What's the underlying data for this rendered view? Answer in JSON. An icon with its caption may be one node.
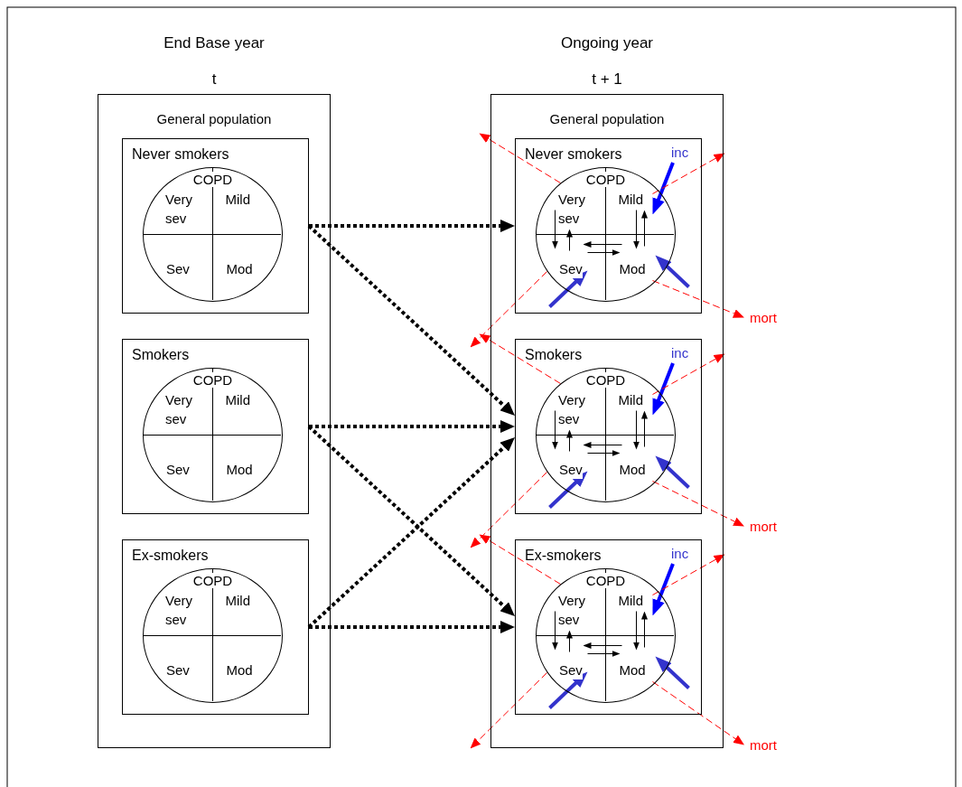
{
  "diagram": {
    "nodes": [
      {
        "text": [
          "End Base year",
          "t",
          "General population"
        ]
      },
      {
        "text": [
          "Never smokers"
        ],
        "in": 0
      },
      {
        "text": [
          "COPD"
        ],
        "in": 1
      },
      {
        "text": [
          "Very sev"
        ],
        "in": 2
      },
      {
        "text": [
          "Mild"
        ],
        "in": 2
      },
      {
        "text": [
          "Sev"
        ],
        "in": 2
      },
      {
        "text": [
          "Mod"
        ],
        "in": 2
      },
      {
        "text": [
          "Smokers"
        ],
        "in": 0
      },
      {
        "text": [
          "COPD"
        ],
        "in": 7
      },
      {
        "text": [
          "Very sev"
        ],
        "in": 8
      },
      {
        "text": [
          "Mild"
        ],
        "in": 8
      },
      {
        "text": [
          "Sev"
        ],
        "in": 8
      },
      {
        "text": [
          "Mod"
        ],
        "in": 8
      },
      {
        "text": [
          "Ex-smokers"
        ],
        "in": 0
      },
      {
        "text": [
          "COPD"
        ],
        "in": 13
      },
      {
        "text": [
          "Very sev"
        ],
        "in": 14
      },
      {
        "text": [
          "Mild"
        ],
        "in": 14
      },
      {
        "text": [
          "Sev"
        ],
        "in": 14
      },
      {
        "text": [
          "Mod"
        ],
        "in": 14
      },
      {
        "text": [
          "Ongoing year",
          "t + 1",
          "General population"
        ]
      },
      {
        "text": [
          "Never smokers"
        ],
        "in": 19
      },
      {
        "text": [
          "COPD"
        ],
        "in": 20
      },
      {
        "text": [
          "Very sev"
        ],
        "in": 21
      },
      {
        "text": [
          "Mild"
        ],
        "in": 21
      },
      {
        "text": [
          "Sev"
        ],
        "in": 21
      },
      {
        "text": [
          "Mod"
        ],
        "in": 21
      },
      {
        "text": [
          "inc"
        ],
        "in": 20
      },
      {
        "text": [
          "mort"
        ]
      },
      {
        "text": [
          "Smokers"
        ],
        "in": 19
      },
      {
        "text": [
          "COPD"
        ],
        "in": 28
      },
      {
        "text": [
          "Very sev"
        ],
        "in": 29
      },
      {
        "text": [
          "Mild"
        ],
        "in": 29
      },
      {
        "text": [
          "Sev"
        ],
        "in": 29
      },
      {
        "text": [
          "Mod"
        ],
        "in": 29
      },
      {
        "text": [
          "inc"
        ],
        "in": 28
      },
      {
        "text": [
          "mort"
        ]
      },
      {
        "text": [
          "Ex-smokers"
        ],
        "in": 19
      },
      {
        "text": [
          "COPD"
        ],
        "in": 36
      },
      {
        "text": [
          "Very sev"
        ],
        "in": 37
      },
      {
        "text": [
          "Mild"
        ],
        "in": 37
      },
      {
        "text": [
          "Sev"
        ],
        "in": 37
      },
      {
        "text": [
          "Mod"
        ],
        "in": 37
      },
      {
        "text": [
          "inc"
        ],
        "in": 36
      },
      {
        "text": [
          "mort"
        ]
      }
    ],
    "edges": [
      {
        "from": 1,
        "to": 20,
        "arrow": "to",
        "style": "dashed"
      },
      {
        "from": 1,
        "to": 28,
        "arrow": "to",
        "style": "dashed"
      },
      {
        "from": 7,
        "to": 28,
        "arrow": "to",
        "style": "dashed"
      },
      {
        "from": 7,
        "to": 36,
        "arrow": "to",
        "style": "dashed"
      },
      {
        "from": 13,
        "to": 28,
        "arrow": "to",
        "style": "dashed"
      },
      {
        "from": 13,
        "to": 36,
        "arrow": "to",
        "style": "dashed"
      },
      {
        "from": 22,
        "to": 24,
        "arrow": "to"
      },
      {
        "from": 24,
        "to": 22,
        "arrow": "to"
      },
      {
        "from": 23,
        "to": 25,
        "arrow": "to"
      },
      {
        "from": 25,
        "to": 23,
        "arrow": "to"
      },
      {
        "from": 25,
        "to": 24,
        "arrow": "to"
      },
      {
        "from": 24,
        "to": 25,
        "arrow": "to"
      },
      {
        "from": 26,
        "to": 23,
        "arrow": "to",
        "style": "thick",
        "color": "#0000ff"
      },
      {
        "from": null,
        "to": 25,
        "arrow": "to",
        "style": "thick",
        "color": "#3333cc"
      },
      {
        "from": null,
        "to": 24,
        "arrow": "to",
        "style": "thick",
        "color": "#3333cc"
      },
      {
        "from": 22,
        "to": null,
        "arrow": "to",
        "style": "dashed",
        "color": "#ff0000"
      },
      {
        "from": 23,
        "to": null,
        "arrow": "to",
        "style": "dashed",
        "color": "#ff0000"
      },
      {
        "from": 24,
        "to": null,
        "arrow": "to",
        "style": "dashed",
        "color": "#ff0000"
      },
      {
        "from": 25,
        "to": 27,
        "arrow": "to",
        "style": "dashed",
        "color": "#ff0000"
      },
      {
        "from": 30,
        "to": 32,
        "arrow": "to"
      },
      {
        "from": 32,
        "to": 30,
        "arrow": "to"
      },
      {
        "from": 31,
        "to": 33,
        "arrow": "to"
      },
      {
        "from": 33,
        "to": 31,
        "arrow": "to"
      },
      {
        "from": 33,
        "to": 32,
        "arrow": "to"
      },
      {
        "from": 32,
        "to": 33,
        "arrow": "to"
      },
      {
        "from": 34,
        "to": 31,
        "arrow": "to",
        "style": "thick",
        "color": "#0000ff"
      },
      {
        "from": null,
        "to": 33,
        "arrow": "to",
        "style": "thick",
        "color": "#3333cc"
      },
      {
        "from": null,
        "to": 32,
        "arrow": "to",
        "style": "thick",
        "color": "#3333cc"
      },
      {
        "from": 30,
        "to": null,
        "arrow": "to",
        "style": "dashed",
        "color": "#ff0000"
      },
      {
        "from": 31,
        "to": null,
        "arrow": "to",
        "style": "dashed",
        "color": "#ff0000"
      },
      {
        "from": 32,
        "to": null,
        "arrow": "to",
        "style": "dashed",
        "color": "#ff0000"
      },
      {
        "from": 33,
        "to": 35,
        "arrow": "to",
        "style": "dashed",
        "color": "#ff0000"
      },
      {
        "from": 38,
        "to": 40,
        "arrow": "to"
      },
      {
        "from": 40,
        "to": 38,
        "arrow": "to"
      },
      {
        "from": 39,
        "to": 41,
        "arrow": "to"
      },
      {
        "from": 41,
        "to": 39,
        "arrow": "to"
      },
      {
        "from": 41,
        "to": 40,
        "arrow": "to"
      },
      {
        "from": 40,
        "to": 41,
        "arrow": "to"
      },
      {
        "from": 42,
        "to": 39,
        "arrow": "to",
        "style": "thick",
        "color": "#0000ff"
      },
      {
        "from": null,
        "to": 41,
        "arrow": "to",
        "style": "thick",
        "color": "#3333cc"
      },
      {
        "from": null,
        "to": 40,
        "arrow": "to",
        "style": "thick",
        "color": "#3333cc"
      },
      {
        "from": 38,
        "to": null,
        "arrow": "to",
        "style": "dashed",
        "color": "#ff0000"
      },
      {
        "from": 39,
        "to": null,
        "arrow": "to",
        "style": "dashed",
        "color": "#ff0000"
      },
      {
        "from": 40,
        "to": null,
        "arrow": "to",
        "style": "dashed",
        "color": "#ff0000"
      },
      {
        "from": 41,
        "to": 43,
        "arrow": "to",
        "style": "dashed",
        "color": "#ff0000"
      }
    ]
  }
}
